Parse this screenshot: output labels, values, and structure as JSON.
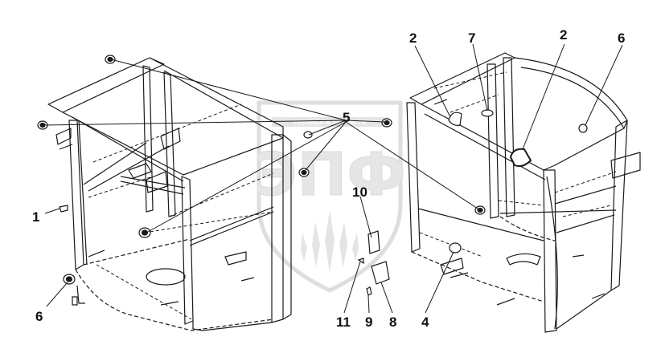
{
  "diagram": {
    "callouts": [
      {
        "id": "c2a",
        "label": "2"
      },
      {
        "id": "c7",
        "label": "7"
      },
      {
        "id": "c2b",
        "label": "2"
      },
      {
        "id": "c6a",
        "label": "6"
      },
      {
        "id": "c5",
        "label": "5"
      },
      {
        "id": "c10",
        "label": "10"
      },
      {
        "id": "c1",
        "label": "1"
      },
      {
        "id": "c6b",
        "label": "6"
      },
      {
        "id": "c11",
        "label": "11"
      },
      {
        "id": "c9",
        "label": "9"
      },
      {
        "id": "c8",
        "label": "8"
      },
      {
        "id": "c4",
        "label": "4"
      }
    ]
  },
  "watermark": {
    "logo_text": "ЭПФ",
    "band_text": "ТЕХНИКА И ЗАПЧАСТИ",
    "color": "#c9c9c9"
  },
  "colors": {
    "line": "#1a1a1a",
    "hidden_line": "#2a2a2a",
    "background": "#ffffff"
  }
}
